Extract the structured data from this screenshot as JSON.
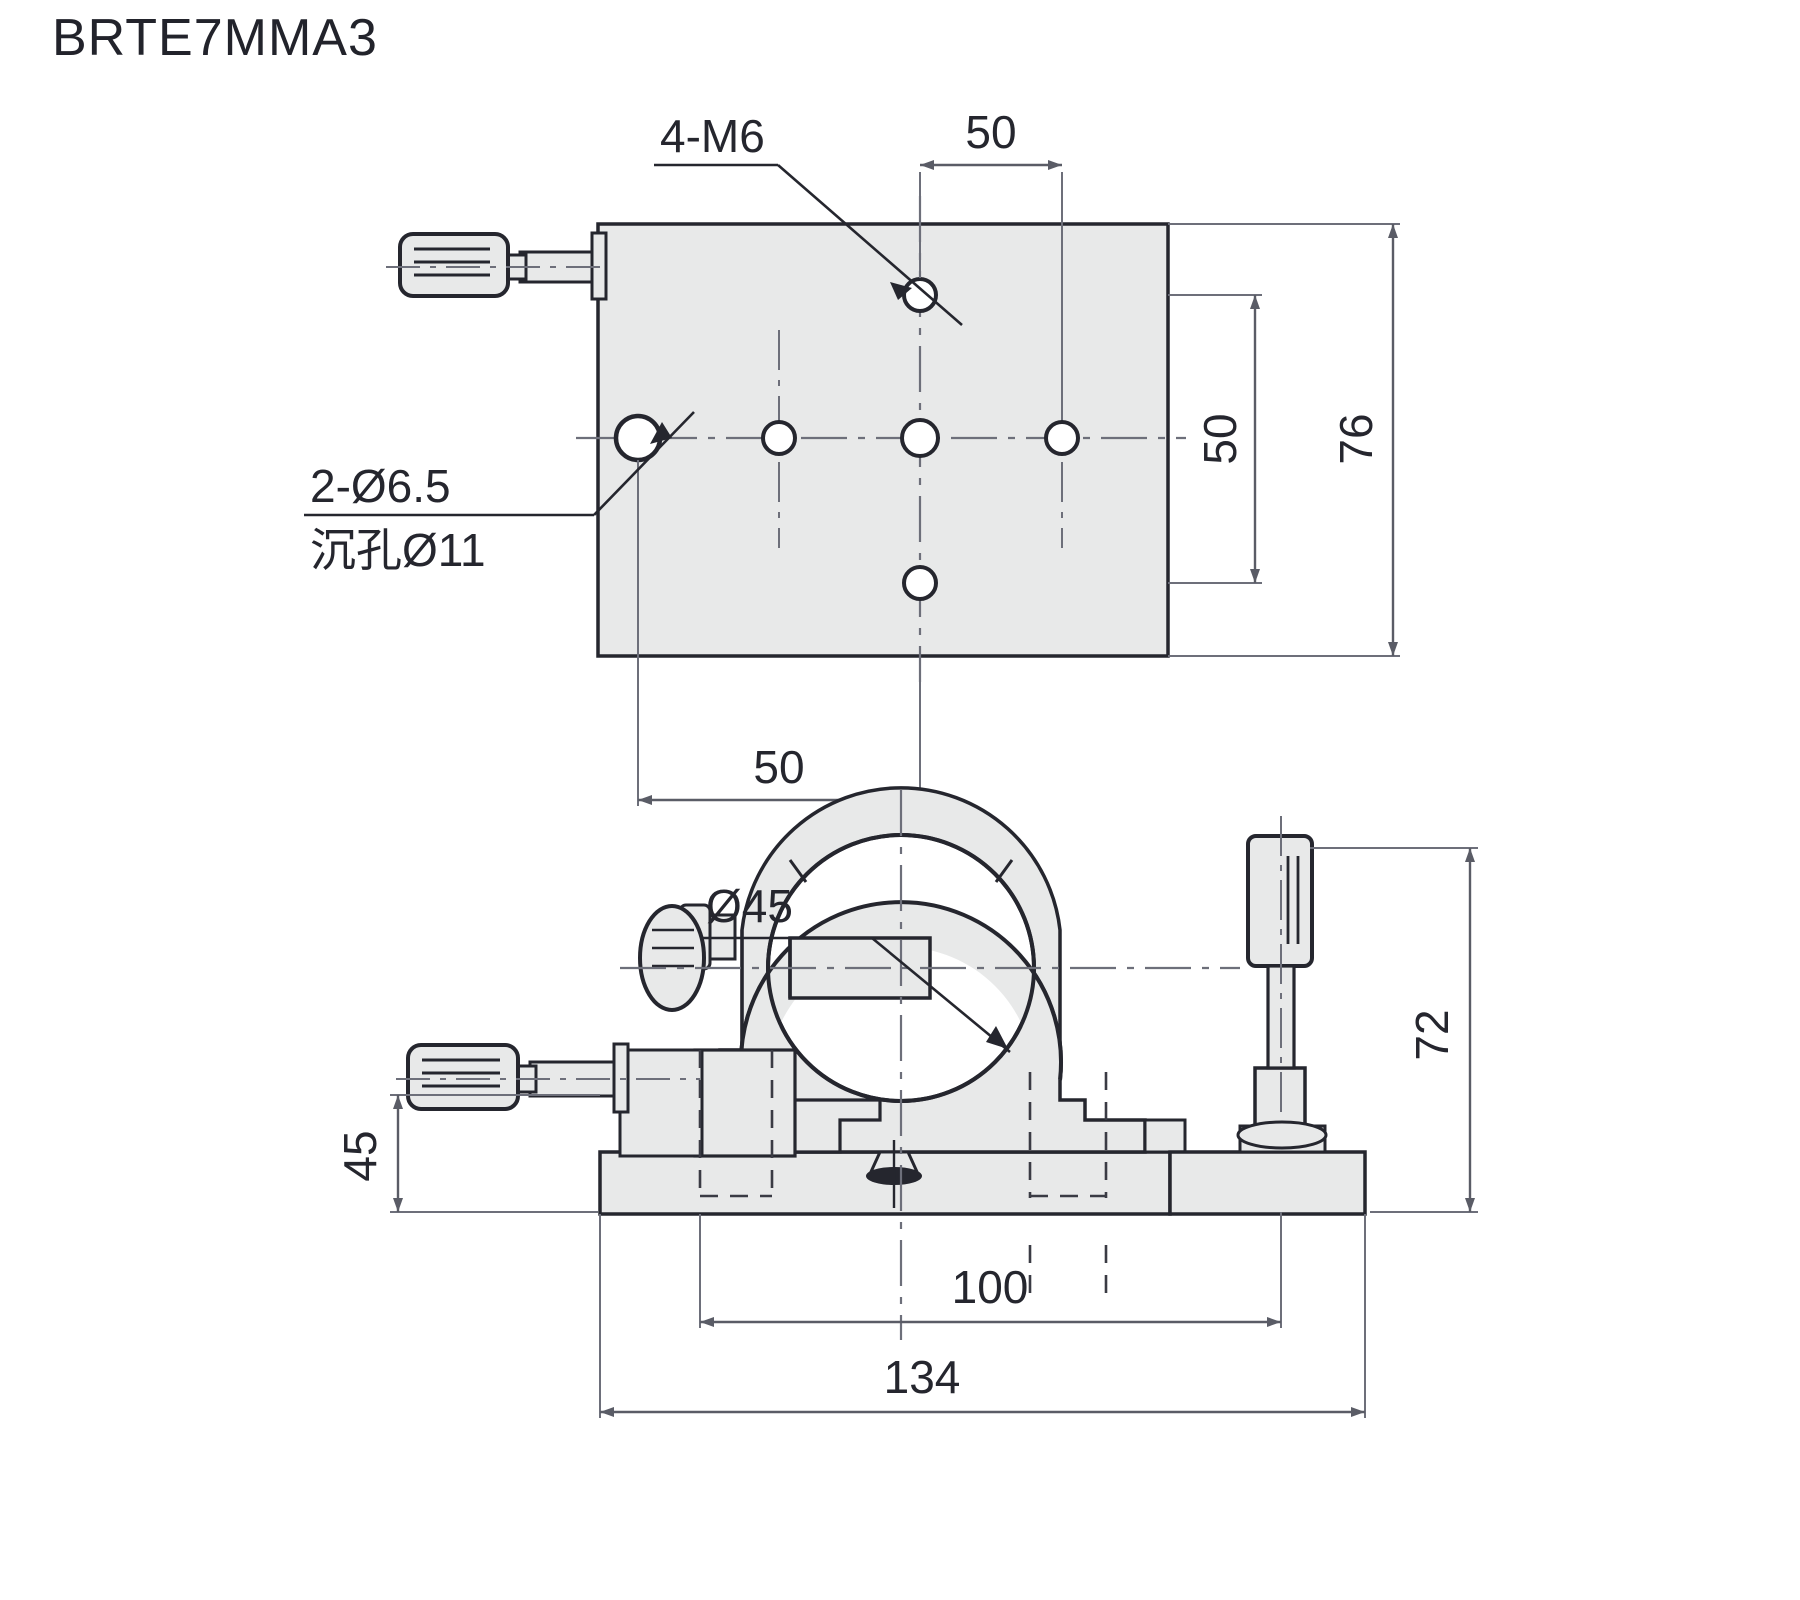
{
  "drawing": {
    "title": "BRTE7MMA3",
    "views": {
      "top": {
        "callouts": {
          "threaded_holes": "4-M6",
          "through_holes": "2-Ø6.5",
          "counterbore": "沉孔Ø11"
        },
        "dimensions": {
          "top_horizontal": "50",
          "right_inner_vertical": "50",
          "right_outer_vertical": "76",
          "bottom_horizontal": "50"
        }
      },
      "front": {
        "callouts": {
          "bore": "Ø45"
        },
        "dimensions": {
          "right_vertical": "72",
          "left_vertical": "45",
          "bottom_inner_horizontal": "100",
          "bottom_outer_horizontal": "134"
        }
      }
    },
    "colors": {
      "line": "#25262e",
      "thin_line": "#6d6f7a",
      "body_fill": "#e8e9e9",
      "background": "#ffffff",
      "text": "#25262e"
    }
  }
}
